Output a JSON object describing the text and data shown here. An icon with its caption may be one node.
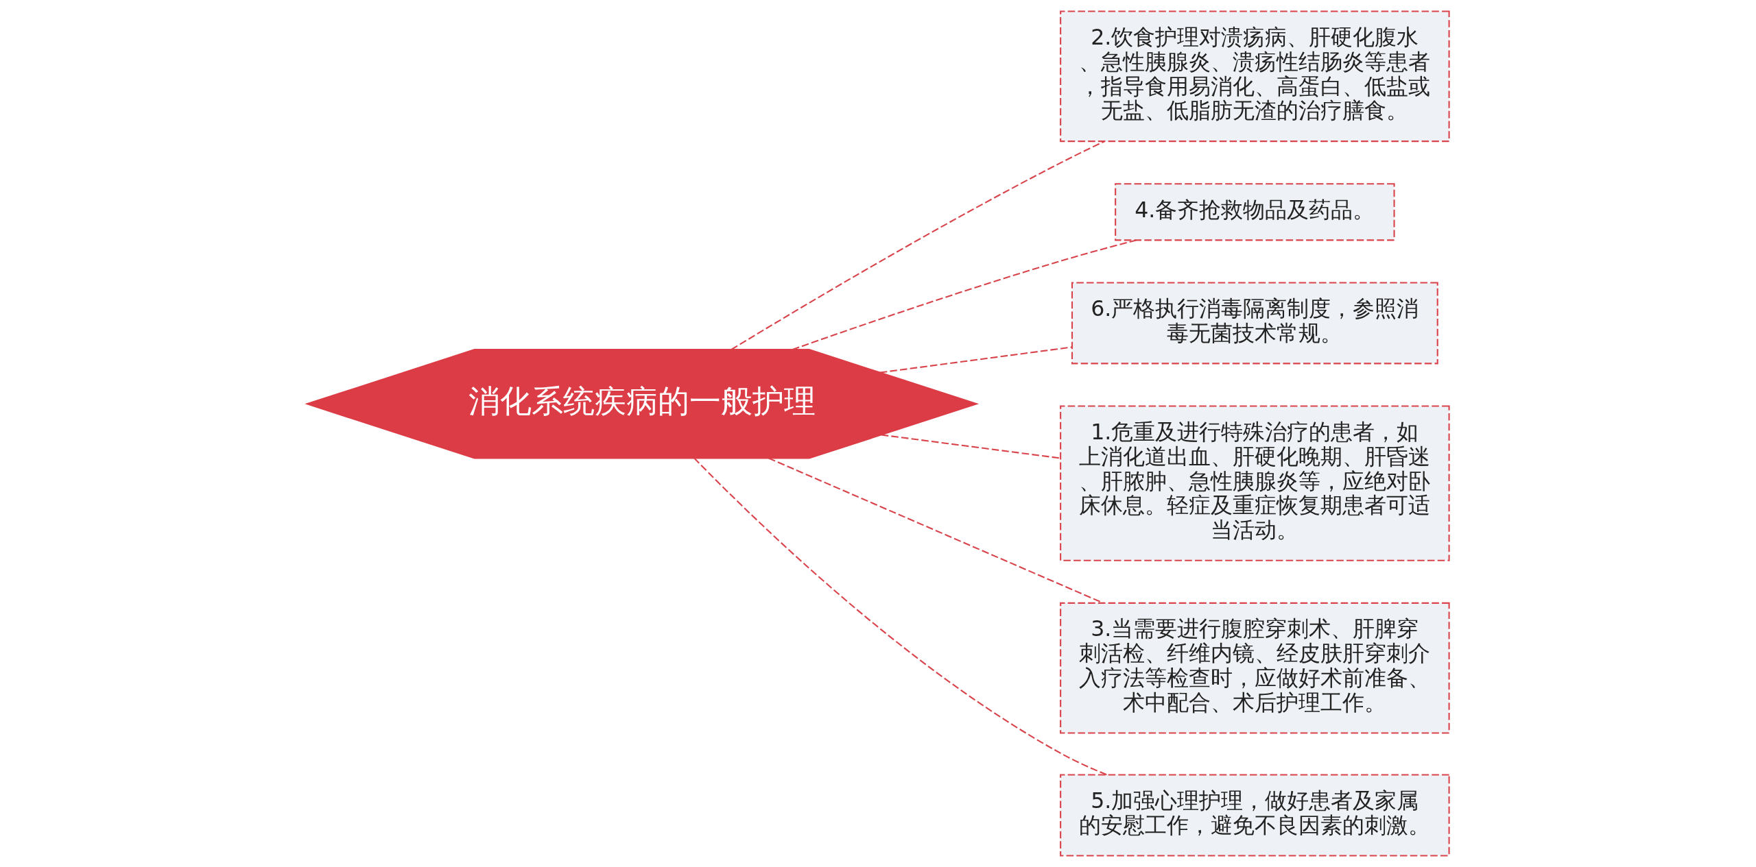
{
  "diagram": {
    "nodes": [
      {
        "text": [
          "消化系统疾病的一般护理"
        ]
      },
      {
        "text": [
          "2.饮食护理对溃疡病、肝硬化腹水、急性胰腺炎、溃疡性结肠炎等患者，指导食用易消化、高蛋白、低盐或无盐、低脂肪无渣的治疗膳食。"
        ]
      },
      {
        "text": [
          "4.备齐抢救物品及药品。"
        ]
      },
      {
        "text": [
          "6.严格执行消毒隔离制度，参照消毒无菌技术常规。"
        ]
      },
      {
        "text": [
          "1.危重及进行特殊治疗的患者，如上消化道出血、肝硬化晚期、肝昏迷、肝脓肿、急性胰腺炎等，应绝对卧床休息。轻症及重症恢复期患者可适当活动。"
        ]
      },
      {
        "text": [
          "3.当需要进行腹腔穿刺术、肝脾穿刺活检、纤维内镜、经皮肤肝穿刺介入疗法等检查时，应做好术前准备、术中配合、术后护理工作。"
        ]
      },
      {
        "text": [
          "5.加强心理护理，做好患者及家属的安慰工作，避免不良因素的刺激。"
        ]
      }
    ],
    "edges": [
      {
        "from": 0,
        "to": 1,
        "arrow": "none",
        "style": "dashed"
      },
      {
        "from": 0,
        "to": 2,
        "arrow": "none",
        "style": "dashed"
      },
      {
        "from": 0,
        "to": 3,
        "arrow": "none",
        "style": "dashed"
      },
      {
        "from": 0,
        "to": 4,
        "arrow": "none",
        "style": "dashed"
      },
      {
        "from": 0,
        "to": 5,
        "arrow": "none",
        "style": "dashed"
      },
      {
        "from": 0,
        "to": 6,
        "arrow": "none",
        "style": "dashed"
      }
    ]
  }
}
